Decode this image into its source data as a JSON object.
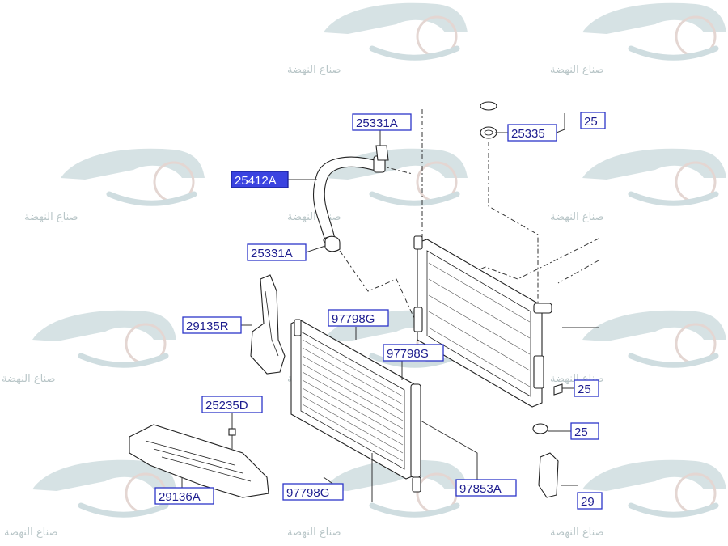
{
  "watermark": {
    "text": "صناع النهضة"
  },
  "callouts": [
    {
      "id": "c-25331A-top",
      "label": "25331A",
      "active": false
    },
    {
      "id": "c-25412A",
      "label": "25412A",
      "active": true
    },
    {
      "id": "c-25331A-mid",
      "label": "25331A",
      "active": false
    },
    {
      "id": "c-25335",
      "label": "25335",
      "active": false
    },
    {
      "id": "c-25-top",
      "label": "25",
      "active": false
    },
    {
      "id": "c-29135R",
      "label": "29135R",
      "active": false
    },
    {
      "id": "c-97798G-top",
      "label": "97798G",
      "active": false
    },
    {
      "id": "c-97798S",
      "label": "97798S",
      "active": false
    },
    {
      "id": "c-25235D",
      "label": "25235D",
      "active": false
    },
    {
      "id": "c-29136A",
      "label": "29136A",
      "active": false
    },
    {
      "id": "c-97798G-bot",
      "label": "97798G",
      "active": false
    },
    {
      "id": "c-97853A",
      "label": "97853A",
      "active": false
    },
    {
      "id": "c-25-right1",
      "label": "25",
      "active": false
    },
    {
      "id": "c-25-right2",
      "label": "25",
      "active": false
    },
    {
      "id": "c-29-right",
      "label": "29",
      "active": false
    }
  ],
  "colors": {
    "callout_border": "#2c35c9",
    "callout_text": "#1d1d8f",
    "highlight_fill": "#3a43e0",
    "watermark": "#d6e2e4"
  }
}
